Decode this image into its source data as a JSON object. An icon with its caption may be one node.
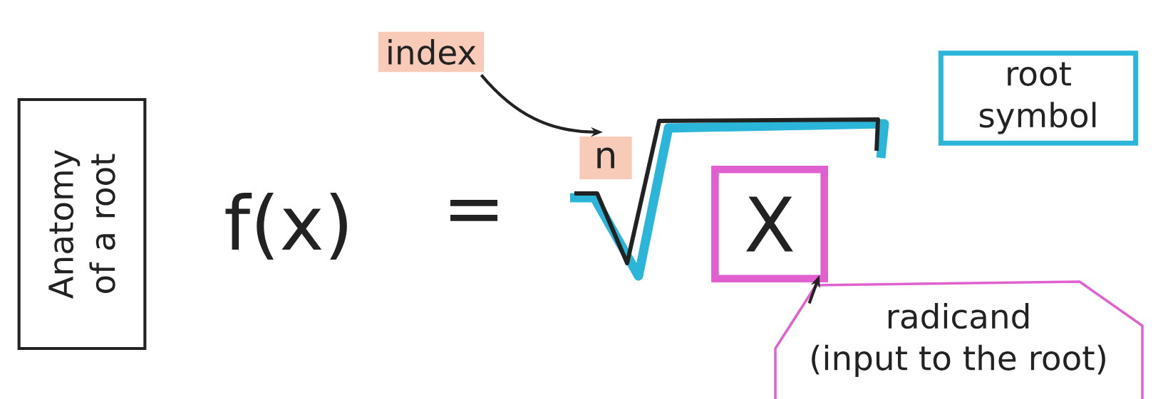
{
  "diagram": {
    "nodes": [
      {
        "text": [
          "Anatomy of a root"
        ]
      },
      {
        "text": [
          "index"
        ]
      },
      {
        "text": [
          "root symbol"
        ]
      },
      {
        "text": [
          "n"
        ]
      },
      {
        "text": [
          "X"
        ]
      },
      {
        "text": [
          "radicand",
          "(input to the root)"
        ]
      }
    ],
    "edges": [
      {
        "from": 1,
        "to": 3,
        "arrow": "to"
      },
      {
        "from": 5,
        "to": 4,
        "arrow": "to"
      }
    ],
    "labels": [
      "f(x)",
      "="
    ]
  }
}
